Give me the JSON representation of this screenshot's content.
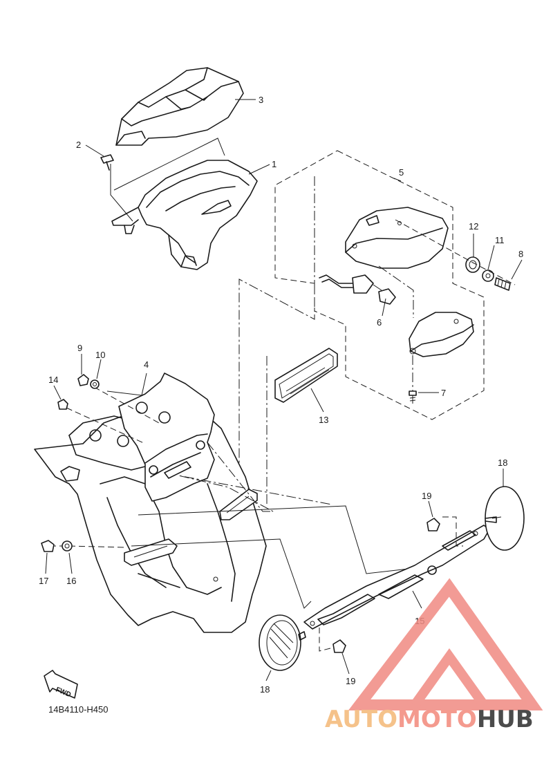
{
  "diagram_code": "14B4110-H450",
  "direction_label": "FWD",
  "watermark": {
    "text_a": "AUTO",
    "text_b": "MOTO",
    "text_c": "HUB",
    "color_a": "#f5c28a",
    "color_b": "#f49a8e",
    "color_c": "#4b4b4b",
    "logo_color": "#f08a82"
  },
  "callouts": [
    {
      "id": "c1",
      "label": "1"
    },
    {
      "id": "c2",
      "label": "2"
    },
    {
      "id": "c3",
      "label": "3"
    },
    {
      "id": "c4",
      "label": "4"
    },
    {
      "id": "c5",
      "label": "5"
    },
    {
      "id": "c6",
      "label": "6"
    },
    {
      "id": "c7",
      "label": "7"
    },
    {
      "id": "c8",
      "label": "8"
    },
    {
      "id": "c9",
      "label": "9"
    },
    {
      "id": "c10",
      "label": "10"
    },
    {
      "id": "c11",
      "label": "11"
    },
    {
      "id": "c12",
      "label": "12"
    },
    {
      "id": "c13",
      "label": "13"
    },
    {
      "id": "c14",
      "label": "14"
    },
    {
      "id": "c15",
      "label": "15"
    },
    {
      "id": "c16",
      "label": "16"
    },
    {
      "id": "c17",
      "label": "17"
    },
    {
      "id": "c18a",
      "label": "18"
    },
    {
      "id": "c18b",
      "label": "18"
    },
    {
      "id": "c19a",
      "label": "19"
    },
    {
      "id": "c19b",
      "label": "19"
    }
  ]
}
